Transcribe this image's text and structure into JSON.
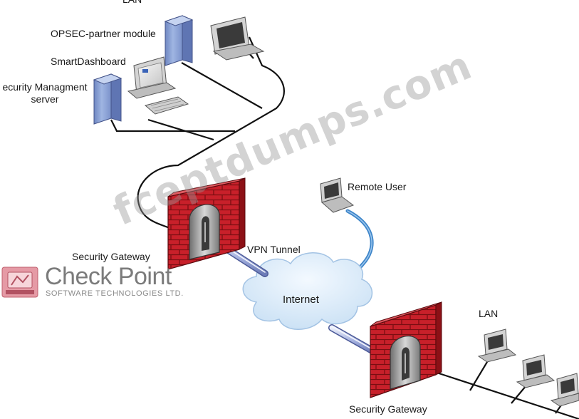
{
  "labels": {
    "lan_top": "LAN",
    "opsec_module": "OPSEC-partner module",
    "smartdashboard": "SmartDashboard",
    "mgmt_server_line1": "ecurity Managment",
    "mgmt_server_line2": "server",
    "security_gateway_top": "Security Gateway",
    "vpn_tunnel": "VPN Tunnel",
    "remote_user": "Remote User",
    "internet": "Internet",
    "lan_bottom": "LAN",
    "security_gateway_bottom": "Security Gateway"
  },
  "branding": {
    "company_name": "Check Point",
    "company_tagline": "SOFTWARE TECHNOLOGIES LTD."
  },
  "watermark": {
    "text": "fceptdumps.com"
  },
  "colors": {
    "firewall_red": "#c8202a",
    "tunnel_blue": "#b8c4e8",
    "remote_cable": "#3f86c9",
    "cloud": "#d6e9f8",
    "server_blue": "#8fa7d6"
  }
}
